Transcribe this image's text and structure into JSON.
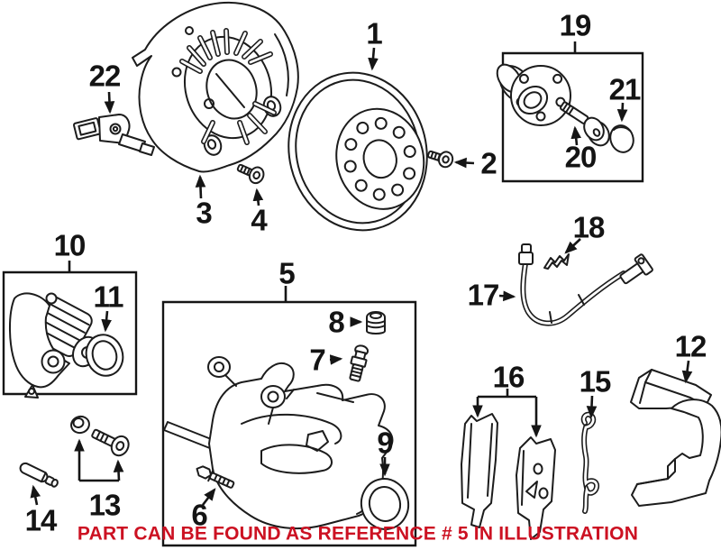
{
  "note": {
    "text": "PART CAN BE FOUND AS REFERENCE # 5 IN ILLUSTRATION"
  },
  "colors": {
    "note": "#cc1122",
    "line": "#1c1c1c",
    "background": "#ffffff"
  },
  "callouts": [
    {
      "label": "1"
    },
    {
      "label": "2"
    },
    {
      "label": "3"
    },
    {
      "label": "4"
    },
    {
      "label": "5"
    },
    {
      "label": "6"
    },
    {
      "label": "7"
    },
    {
      "label": "8"
    },
    {
      "label": "9"
    },
    {
      "label": "10"
    },
    {
      "label": "11"
    },
    {
      "label": "12"
    },
    {
      "label": "13"
    },
    {
      "label": "14"
    },
    {
      "label": "15"
    },
    {
      "label": "16"
    },
    {
      "label": "17"
    },
    {
      "label": "18"
    },
    {
      "label": "19"
    },
    {
      "label": "20"
    },
    {
      "label": "21"
    },
    {
      "label": "22"
    }
  ]
}
